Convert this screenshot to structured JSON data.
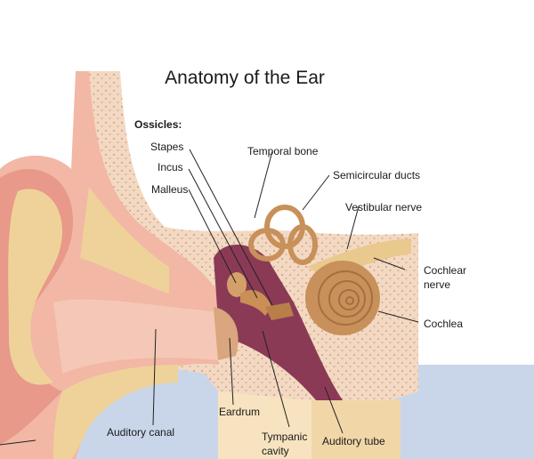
{
  "title": "Anatomy of the Ear",
  "labels": {
    "ossicles": "Ossicles:",
    "stapes": "Stapes",
    "incus": "Incus",
    "malleus": "Malleus",
    "temporal_bone": "Temporal bone",
    "semicircular_ducts": "Semicircular ducts",
    "vestibular_nerve": "Vestibular nerve",
    "cochlear_nerve_line1": "Cochlear",
    "cochlear_nerve_line2": "nerve",
    "cochlea": "Cochlea",
    "auditory_canal": "Auditory canal",
    "eardrum": "Eardrum",
    "tympanic_cavity_line1": "Tympanic",
    "tympanic_cavity_line2": "cavity",
    "auditory_tube": "Auditory tube"
  },
  "colors": {
    "skin": "#f2b7a5",
    "skin_dark": "#e8998a",
    "bone": "#f3d9c2",
    "cartilage": "#efd29a",
    "cavity": "#8b3a55",
    "cochlea": "#c8905a",
    "tissue_blue": "#c9d6ea",
    "beige": "#f7e3bf"
  }
}
